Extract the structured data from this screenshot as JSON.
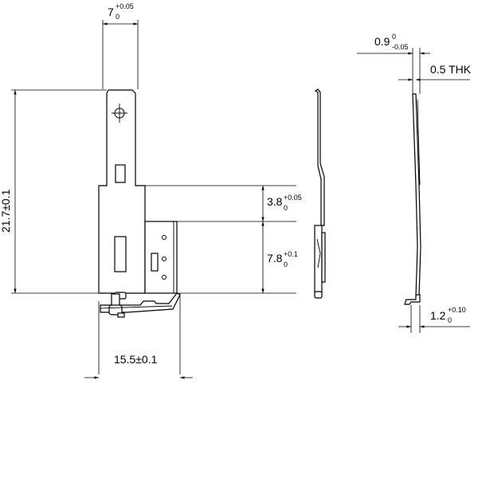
{
  "drawing": {
    "dimensions": {
      "tab_width": {
        "value": "7",
        "tol_upper": "+0.05",
        "tol_lower": "0"
      },
      "overall_height": {
        "text": "21.7±0.1"
      },
      "upper_step": {
        "value": "3.8",
        "tol_upper": "+0.05",
        "tol_lower": "0"
      },
      "lower_step": {
        "value": "7.8",
        "tol_upper": "+0.1",
        "tol_lower": "0"
      },
      "base_width": {
        "text": "15.5±0.1"
      },
      "clearance": {
        "value": "0.9",
        "tol_upper": "0",
        "tol_lower": "-0.05"
      },
      "thickness": {
        "text": "0.5 THK"
      },
      "foot_offset": {
        "value": "1.2",
        "tol_upper": "+0.10",
        "tol_lower": "0"
      }
    }
  }
}
